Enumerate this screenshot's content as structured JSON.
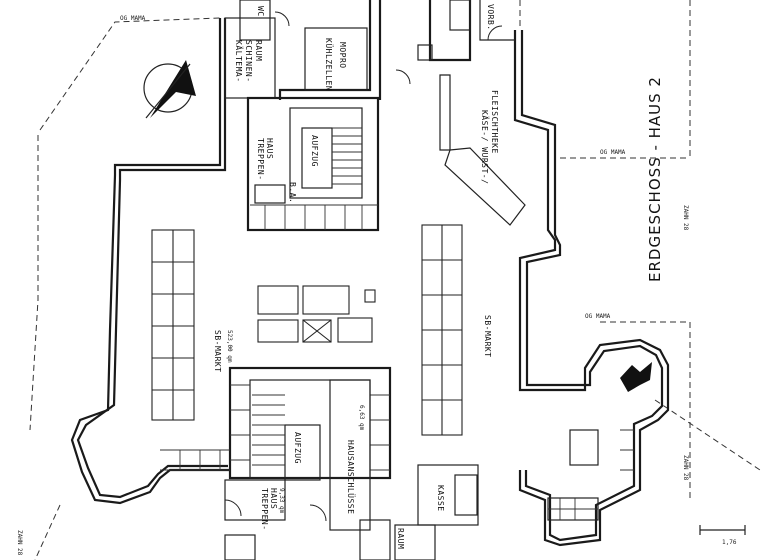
{
  "plan": {
    "title": "ERDGESCHOSS - HAUS 2",
    "rooms": {
      "sb_markt_left": "SB-MARKT",
      "sb_markt_left_area": "523,00 qm",
      "sb_markt_right": "SB-MARKT",
      "kaese_wurst": "KÄSE-/ WURST-/",
      "fleischtheke": "FLEISCHTHEKE",
      "aufzug_top": "AUFZUG",
      "aufzug_bottom": "AUFZUG",
      "treppenhaus_top_1": "TREPPEN-",
      "treppenhaus_top_2": "HAUS",
      "treppenhaus_bottom_1": "TREPPEN-",
      "treppenhaus_bottom_2": "HAUS",
      "treppenhaus_bottom_area": "9,33 qm",
      "hausanschluesse": "HAUSANSCHLÜSSE",
      "hausanschluesse_area": "6,63 qm",
      "kaltemaschinen_1": "KÄLTEMA-",
      "kaltemaschinen_2": "SCHINEN-",
      "kaltemaschinen_3": "RAUM",
      "kuehlzellen": "KÜHLZELLEN",
      "kuehlzellen_2": "MOPRO",
      "kasse": "KASSE",
      "wc": "WC",
      "raum": "RAUM",
      "vorb": "VORB."
    },
    "annotations": {
      "og_mama_top": "OG MAMA",
      "og_mama_right_1": "OG MAMA",
      "og_mama_right_2": "OG MAMA",
      "vertical_1": "ZAHN 28",
      "vertical_2": "ZAHN 28",
      "vertical_3": "ZAHN 28",
      "elevation": "1,76",
      "ba_label": "B.A."
    }
  }
}
